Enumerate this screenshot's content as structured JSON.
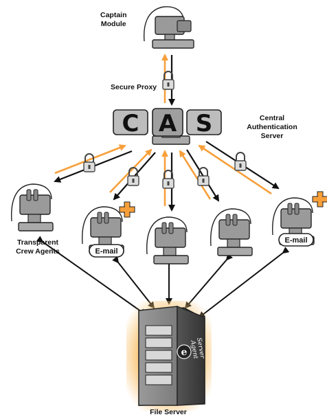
{
  "labels": {
    "captain_line1": "Captain",
    "captain_line2": "Module",
    "secure_proxy": "Secure Proxy",
    "cas_line1": "Central",
    "cas_line2": "Authentication",
    "cas_line3": "Server",
    "crew_line1": "Transparent",
    "crew_line2": "Crew Agents",
    "file_server": "File Server"
  },
  "cas_letters": [
    "C",
    "A",
    "S"
  ],
  "badges": {
    "email": "E-mail"
  },
  "server_agent": {
    "icon_letter": "e",
    "line1": "Server",
    "line2": "Agent"
  },
  "colors": {
    "orange": "#f7a03b",
    "arrow_dark": "#111111",
    "device_fill": "#9a9a9a",
    "outline": "#222222",
    "server_glow": "#f8c473"
  }
}
